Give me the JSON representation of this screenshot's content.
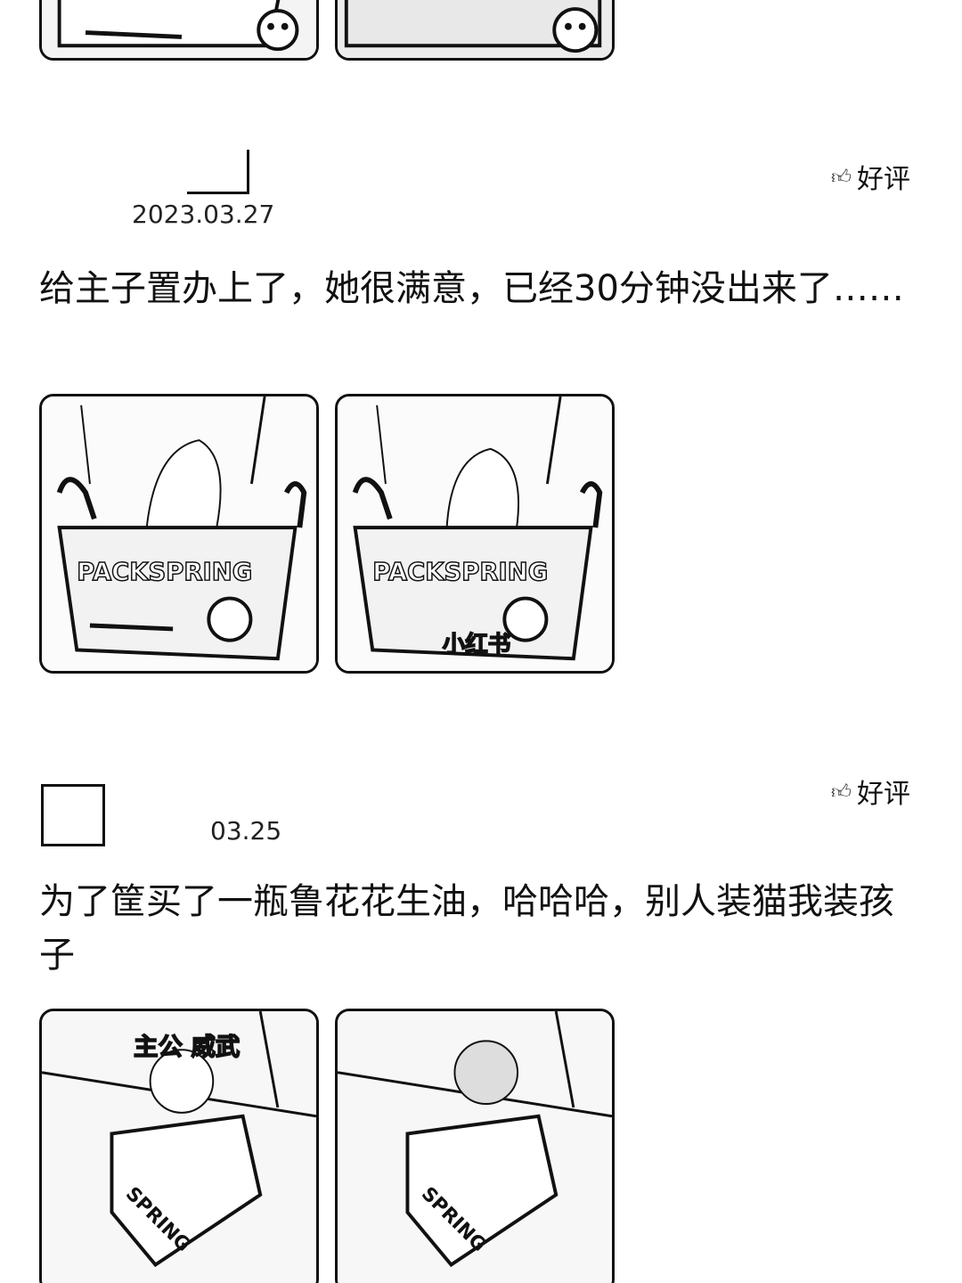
{
  "reviews": [
    {
      "date": "2023.03.27",
      "rating_label": "好评",
      "rating_icon": "thumbs-up-icon",
      "text": "给主子置办上了，她很满意，已经30分钟没出来了……",
      "images": [
        {
          "box_label": "PACKSPRING"
        },
        {
          "box_label": "PACKSPRING",
          "watermark": "小红书"
        }
      ]
    },
    {
      "date": "03.25",
      "rating_label": "好评",
      "rating_icon": "thumbs-up-icon",
      "text": "为了筐买了一瓶鲁花花生油，哈哈哈，别人装猫我装孩子",
      "images": [
        {
          "box_label": "SPRING",
          "sticker": "主公 威武"
        },
        {
          "box_label": "SPRING"
        }
      ]
    }
  ]
}
